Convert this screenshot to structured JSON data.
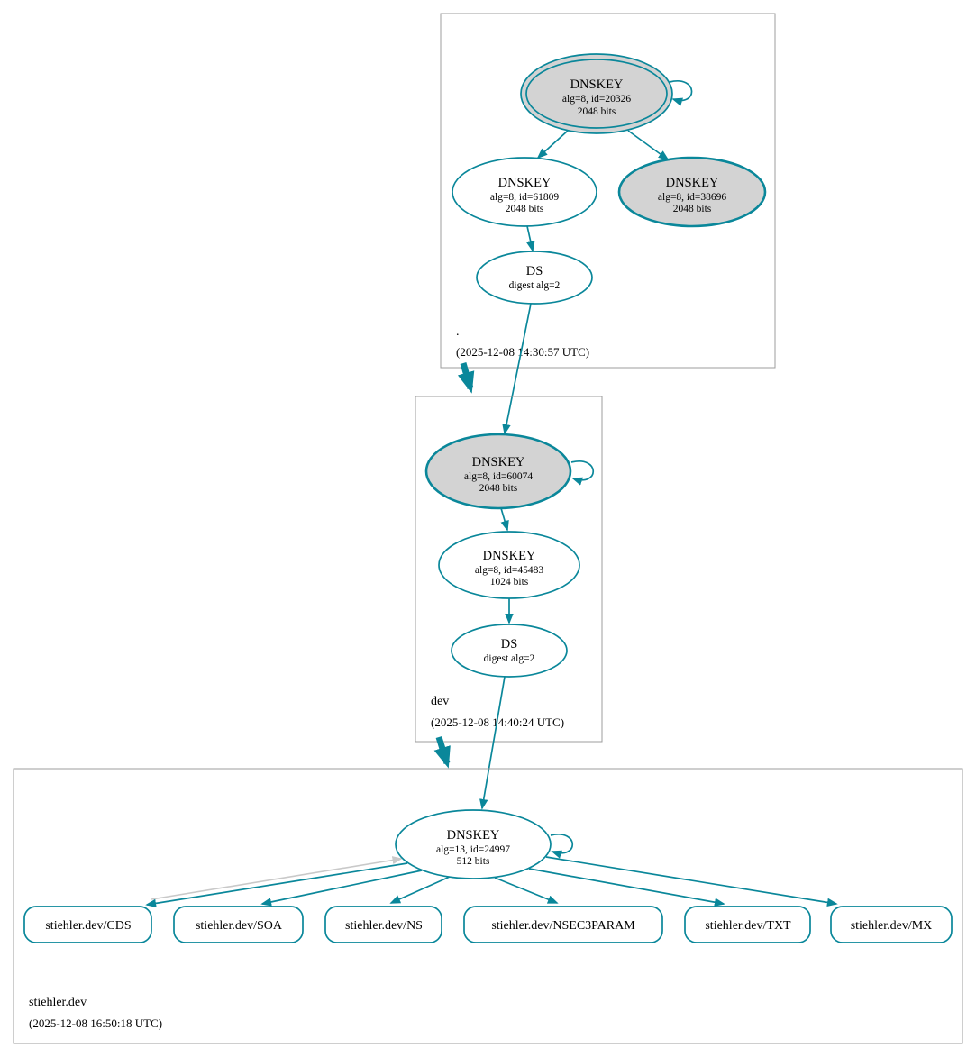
{
  "colors": {
    "secure": "#0a879a",
    "node-gray": "#d3d3d3",
    "edge-gray": "#c9c9c9",
    "box-border": "#9c9c9c"
  },
  "zones": {
    "root": {
      "name": ".",
      "timestamp": "(2025-12-08 14:30:57 UTC)",
      "ksk": {
        "title": "DNSKEY",
        "detail": "alg=8, id=20326",
        "bits": "2048 bits"
      },
      "zsk": {
        "title": "DNSKEY",
        "detail": "alg=8, id=61809",
        "bits": "2048 bits"
      },
      "key2": {
        "title": "DNSKEY",
        "detail": "alg=8, id=38696",
        "bits": "2048 bits"
      },
      "ds": {
        "title": "DS",
        "detail": "digest alg=2"
      }
    },
    "dev": {
      "name": "dev",
      "timestamp": "(2025-12-08 14:40:24 UTC)",
      "ksk": {
        "title": "DNSKEY",
        "detail": "alg=8, id=60074",
        "bits": "2048 bits"
      },
      "zsk": {
        "title": "DNSKEY",
        "detail": "alg=8, id=45483",
        "bits": "1024 bits"
      },
      "ds": {
        "title": "DS",
        "detail": "digest alg=2"
      }
    },
    "stiehler": {
      "name": "stiehler.dev",
      "timestamp": "(2025-12-08 16:50:18 UTC)",
      "ksk": {
        "title": "DNSKEY",
        "detail": "alg=13, id=24997",
        "bits": "512 bits"
      },
      "rrsets": [
        "stiehler.dev/CDS",
        "stiehler.dev/SOA",
        "stiehler.dev/NS",
        "stiehler.dev/NSEC3PARAM",
        "stiehler.dev/TXT",
        "stiehler.dev/MX"
      ]
    }
  }
}
